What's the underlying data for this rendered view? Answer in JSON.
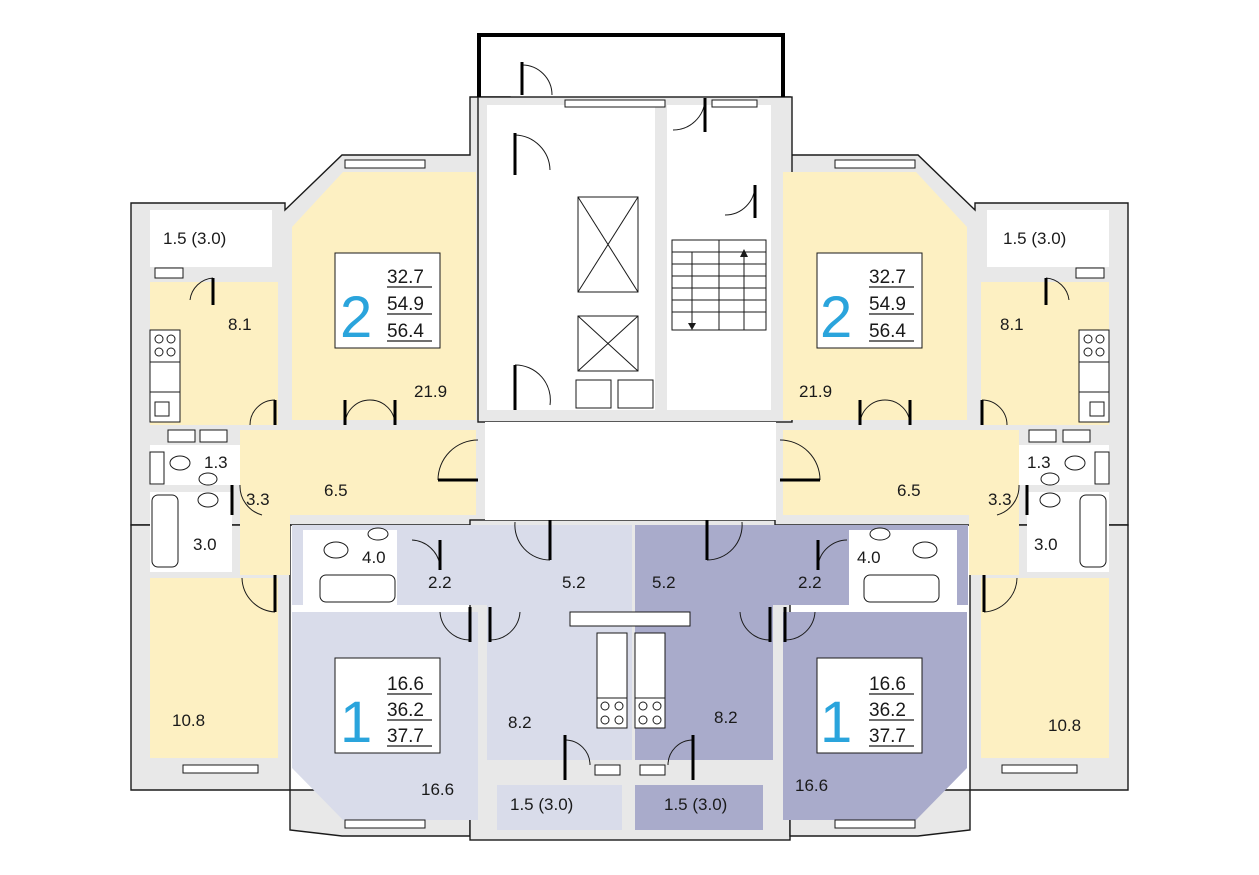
{
  "apartments": [
    {
      "id": "left-2room",
      "rooms": "2",
      "living": "32.7",
      "total": "54.9",
      "total_with_balcony": "56.4"
    },
    {
      "id": "right-2room",
      "rooms": "2",
      "living": "32.7",
      "total": "54.9",
      "total_with_balcony": "56.4"
    },
    {
      "id": "left-1room",
      "rooms": "1",
      "living": "16.6",
      "total": "36.2",
      "total_with_balcony": "37.7"
    },
    {
      "id": "right-1room",
      "rooms": "1",
      "living": "16.6",
      "total": "36.2",
      "total_with_balcony": "37.7"
    }
  ],
  "room_areas": {
    "l_balcony_top": "1.5 (3.0)",
    "l_kitchen": "8.1",
    "l_living": "21.9",
    "l_wc": "1.3",
    "l_corridor": "3.3",
    "l_hall": "6.5",
    "l_bath": "3.0",
    "l_bedroom": "10.8",
    "r_balcony_top": "1.5 (3.0)",
    "r_kitchen": "8.1",
    "r_living": "21.9",
    "r_wc": "1.3",
    "r_corridor": "3.3",
    "r_hall": "6.5",
    "r_bath": "3.0",
    "r_bedroom": "10.8",
    "lm_bath": "4.0",
    "lm_corridor": "2.2",
    "lm_hall": "5.2",
    "lm_kitchen": "8.2",
    "lm_room": "16.6",
    "lm_balcony": "1.5 (3.0)",
    "rm_hall": "5.2",
    "rm_corridor": "2.2",
    "rm_bath": "4.0",
    "rm_kitchen": "8.2",
    "rm_room": "16.6",
    "rm_balcony": "1.5 (3.0)"
  },
  "colors": {
    "two_room": "#fdf0c2",
    "one_room_left": "#d9dcea",
    "one_room_right": "#a9abcb",
    "rooms_digit": "#2aa4dc"
  }
}
